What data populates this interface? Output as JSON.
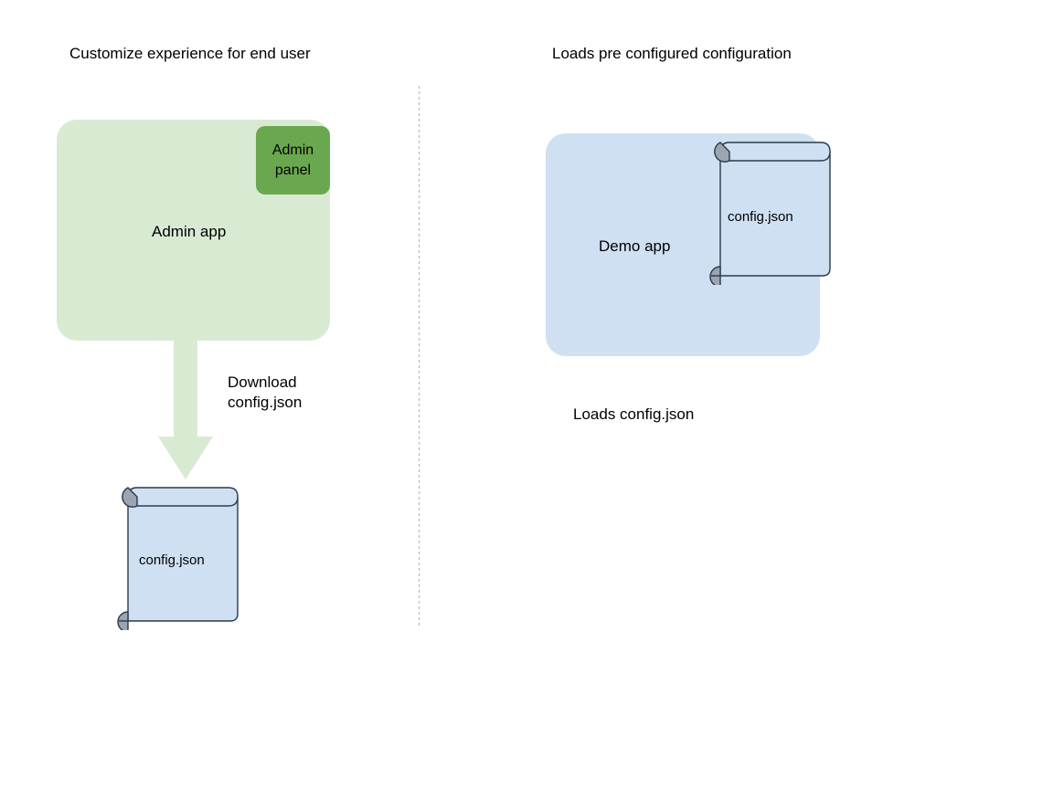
{
  "diagram": {
    "background_color": "#ffffff",
    "columns": [
      {
        "id": "left",
        "title": "Customize experience for end user"
      },
      {
        "id": "right",
        "title": "Loads pre configured configuration"
      }
    ],
    "divider": {
      "style": "dotted-vertical",
      "color": "#9a9a9a"
    },
    "nodes": {
      "admin_app": {
        "label": "Admin app",
        "fill": "#d9ead3"
      },
      "admin_panel": {
        "label_line_1": "Admin",
        "label_line_2": "panel",
        "fill": "#6aa84f"
      },
      "demo_app": {
        "label": "Demo app",
        "fill": "#cfe0f3"
      },
      "config_doc_left": {
        "label": "config.json",
        "fill": "#cfe0f3",
        "stroke": "#2b3a4a",
        "roll_fill": "#9aa5b1"
      },
      "config_doc_right": {
        "label": "config.json",
        "fill": "#cfe0f3",
        "stroke": "#2b3a4a",
        "roll_fill": "#9aa5b1"
      }
    },
    "edges": {
      "download_arrow": {
        "caption_line_1": "Download",
        "caption_line_2": "config.json",
        "fill": "#d9ead3",
        "direction": "down"
      }
    },
    "captions": {
      "loads_config": "Loads config.json"
    }
  }
}
